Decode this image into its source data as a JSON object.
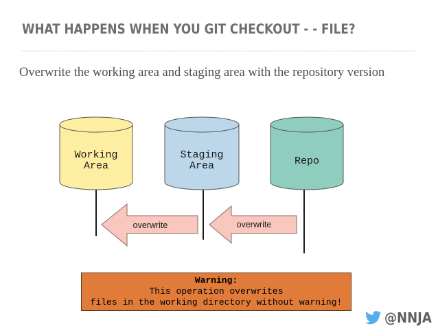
{
  "title": "WHAT HAPPENS WHEN YOU GIT CHECKOUT - - FILE?",
  "subtitle": "Overwrite the working area and staging area with the repository version",
  "diagram": {
    "cylinders": [
      {
        "line1": "Working",
        "line2": "Area",
        "fill": "#fdeea2"
      },
      {
        "line1": "Staging",
        "line2": "Area",
        "fill": "#bcd6ea"
      },
      {
        "line1": "Repo",
        "line2": "",
        "fill": "#8fcdbf"
      }
    ],
    "arrows": [
      {
        "label": "overwrite",
        "fill": "#f9c7bd"
      },
      {
        "label": "overwrite",
        "fill": "#f9c7bd"
      }
    ]
  },
  "warning": {
    "title": "Warning:",
    "line1": "This operation overwrites",
    "line2": "files in the working directory without warning!",
    "color": "#e07b39"
  },
  "footer": {
    "handle": "@NNJA",
    "icon": "twitter-bird-icon",
    "icon_color": "#55acee"
  }
}
